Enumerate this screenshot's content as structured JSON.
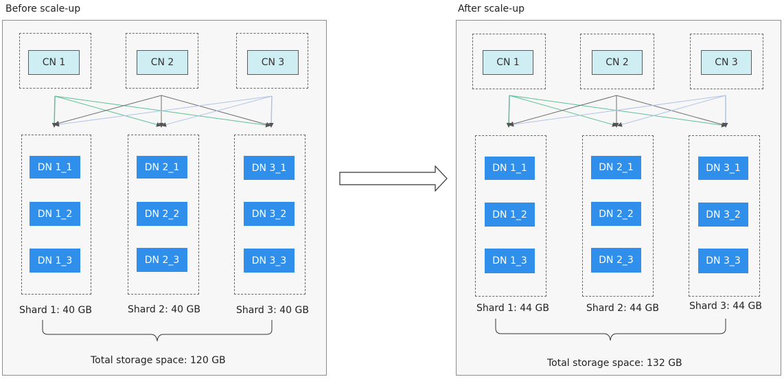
{
  "colors": {
    "panel_bg": "#f7f7f7",
    "cn_fill": "#cfeef3",
    "dn_fill": "#2f8fea",
    "line_green": "#5cbf94",
    "line_gray": "#6d6d6d",
    "line_blue": "#aec3e8"
  },
  "panels": [
    {
      "title": "Before scale-up",
      "cns": [
        {
          "label": "CN 1"
        },
        {
          "label": "CN 2"
        },
        {
          "label": "CN 3"
        }
      ],
      "shards": [
        {
          "dns": [
            "DN 1_1",
            "DN 1_2",
            "DN 1_3"
          ],
          "label": "Shard 1: 40 GB"
        },
        {
          "dns": [
            "DN 2_1",
            "DN 2_2",
            "DN 2_3"
          ],
          "label": "Shard 2: 40 GB"
        },
        {
          "dns": [
            "DN 3_1",
            "DN 3_2",
            "DN 3_3"
          ],
          "label": "Shard 3: 40 GB"
        }
      ],
      "total": "Total storage space: 120 GB"
    },
    {
      "title": "After scale-up",
      "cns": [
        {
          "label": "CN 1"
        },
        {
          "label": "CN 2"
        },
        {
          "label": "CN 3"
        }
      ],
      "shards": [
        {
          "dns": [
            "DN 1_1",
            "DN 1_2",
            "DN 1_3"
          ],
          "label": "Shard 1: 44 GB"
        },
        {
          "dns": [
            "DN 2_1",
            "DN 2_2",
            "DN 2_3"
          ],
          "label": "Shard 2: 44 GB"
        },
        {
          "dns": [
            "DN 3_1",
            "DN 3_2",
            "DN 3_3"
          ],
          "label": "Shard 3: 44 GB"
        }
      ],
      "total": "Total storage space: 132 GB"
    }
  ],
  "arrow_icon": "right-arrow-icon"
}
